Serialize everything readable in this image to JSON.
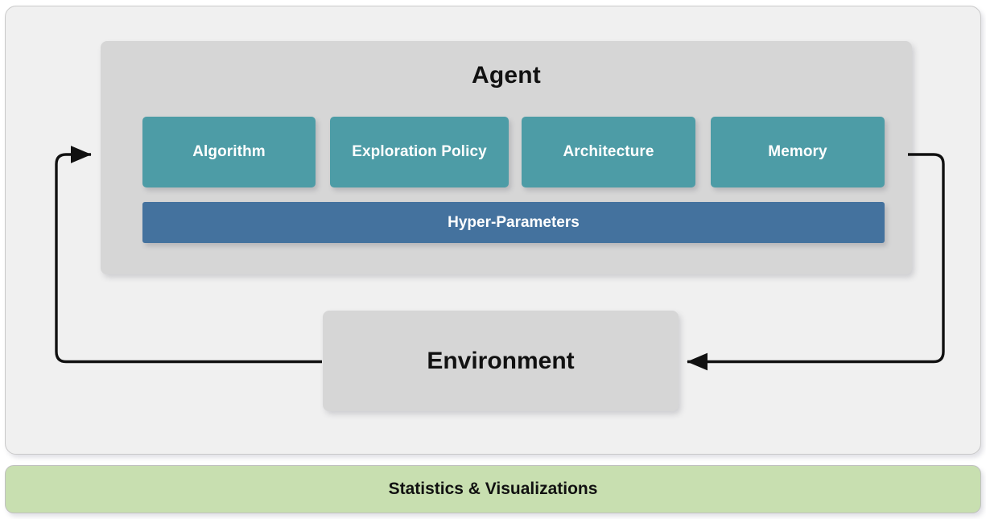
{
  "diagram": {
    "title_visible": false,
    "agent": {
      "title": "Agent",
      "components": [
        {
          "label": "Algorithm",
          "icon": "none"
        },
        {
          "label": "Exploration Policy",
          "icon": "none"
        },
        {
          "label": "Architecture",
          "icon": "none"
        },
        {
          "label": "Memory",
          "icon": "none"
        }
      ],
      "hyper_parameters": {
        "label": "Hyper-Parameters"
      }
    },
    "environment": {
      "label": "Environment"
    },
    "statistics": {
      "label": "Statistics & Visualizations"
    },
    "arrows": [
      {
        "name": "environment-to-agent-arrow",
        "from": "Environment",
        "to": "Agent",
        "direction": "left-up-right",
        "head": "arrowhead-right"
      },
      {
        "name": "agent-to-environment-arrow",
        "from": "Agent",
        "to": "Environment",
        "direction": "right-down-left",
        "head": "arrowhead-left"
      }
    ],
    "colors": {
      "canvas": "#ffffff",
      "outer_panel": "#f0f0f0",
      "outer_panel_border": "#c9c9c9",
      "agent_panel": "#d6d6d6",
      "component_box": "#4d9ca6",
      "hyper_parameters_bar": "#44729e",
      "environment_box": "#d6d6d6",
      "statistics_bar": "#c8dfb0",
      "arrow_stroke": "#111111",
      "dark_text": "#111111",
      "light_text": "#ffffff"
    }
  }
}
